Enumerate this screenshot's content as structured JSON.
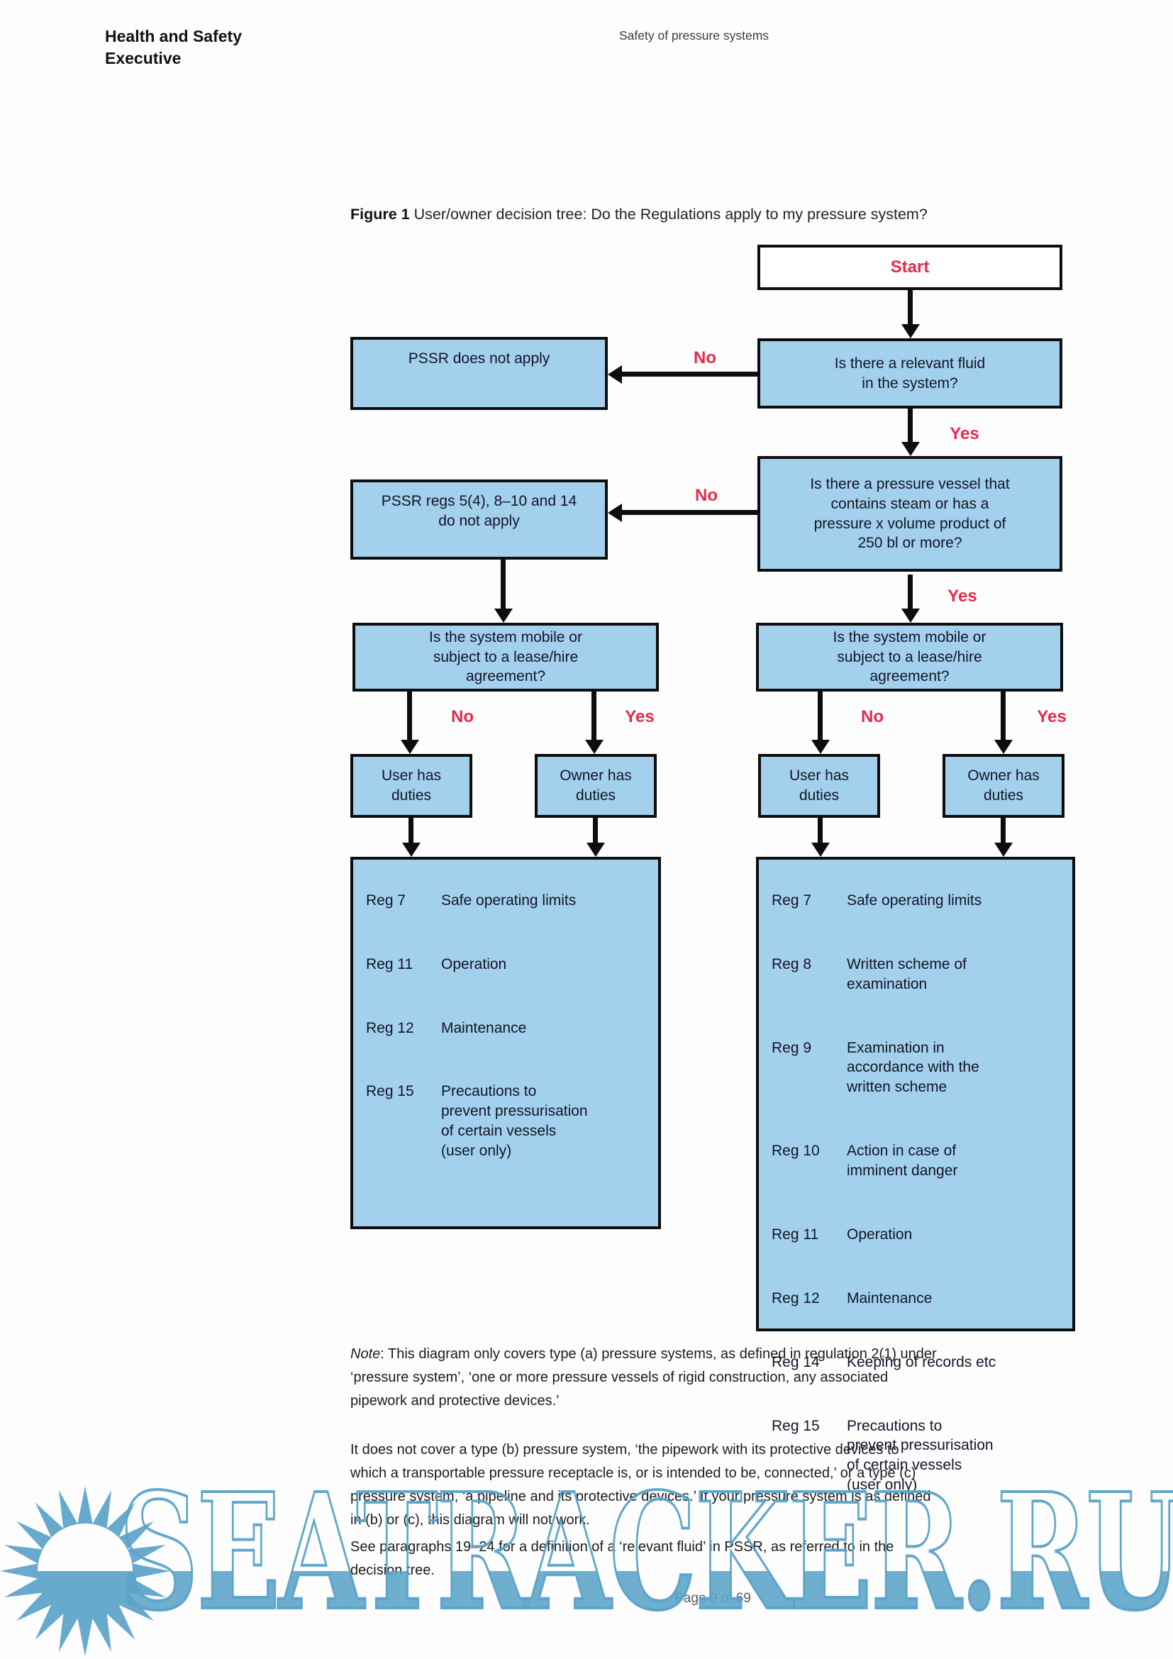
{
  "header": {
    "org_line1": "Health and Safety",
    "org_line2": "Executive",
    "doc_title": "Safety of pressure systems"
  },
  "figure": {
    "label": "Figure 1",
    "caption": "User/owner decision tree: Do the Regulations apply to my pressure system?"
  },
  "flow": {
    "start": "Start",
    "yes": "Yes",
    "no": "No",
    "q_fluid": "Is there a relevant fluid\nin the system?",
    "pssr_not_apply": "PSSR does not apply",
    "q_vessel": "Is there a pressure vessel that\ncontains steam or has a\npressure x volume product of\n250 bl or more?",
    "pssr_regs_not_apply": "PSSR regs 5(4), 8–10 and 14\ndo not apply",
    "q_mobile": "Is the system mobile or\nsubject to a lease/hire\nagreement?",
    "user_duties": "User has\nduties",
    "owner_duties": "Owner has\nduties"
  },
  "user_regs": {
    "rows": [
      {
        "reg": "Reg 7",
        "desc": "Safe operating limits"
      },
      {
        "reg": "Reg 11",
        "desc": "Operation"
      },
      {
        "reg": "Reg 12",
        "desc": "Maintenance"
      },
      {
        "reg": "Reg 15",
        "desc": "Precautions to\nprevent pressurisation\nof certain vessels\n(user only)"
      }
    ]
  },
  "system_regs": {
    "rows": [
      {
        "reg": "Reg 7",
        "desc": "Safe operating limits"
      },
      {
        "reg": "Reg 8",
        "desc": "Written scheme of\nexamination"
      },
      {
        "reg": "Reg 9",
        "desc": "Examination in\naccordance with the\nwritten scheme"
      },
      {
        "reg": "Reg 10",
        "desc": "Action in case of\nimminent danger"
      },
      {
        "reg": "Reg 11",
        "desc": "Operation"
      },
      {
        "reg": "Reg 12",
        "desc": "Maintenance"
      },
      {
        "reg": "Reg 14",
        "desc": "Keeping of records etc"
      },
      {
        "reg": "Reg 15",
        "desc": "Precautions to\nprevent pressurisation\nof certain vessels\n(user only)"
      }
    ]
  },
  "note": {
    "label": "Note",
    "p1": ": This diagram only covers type (a) pressure systems, as defined in regulation 2(1) under\n‘pressure system’, ‘one or more pressure vessels of rigid construction, any associated\npipework and protective devices.’",
    "p2": "It does not cover a type (b) pressure system, ‘the pipework with its protective devices to\nwhich a transportable pressure receptacle is, or is intended to be, connected,’ or a type (c)\npressure system, ‘a pipeline and its protective devices.’ If your pressure system is as defined\nin (b) or (c), this diagram will not work.",
    "p3": "See paragraphs 19–24 for a definition of a ‘relevant fluid’ in PSSR, as referred to in the\ndecision tree."
  },
  "footer": {
    "page": "Page 9 of 69"
  },
  "watermark": {
    "text": "SEATRACKER.RU",
    "color": "#5ba3c9"
  },
  "colors": {
    "box_fill": "#a3d0ec",
    "accent_red": "#e52a4b",
    "ink": "#141428",
    "line": "#0d0d0d"
  }
}
